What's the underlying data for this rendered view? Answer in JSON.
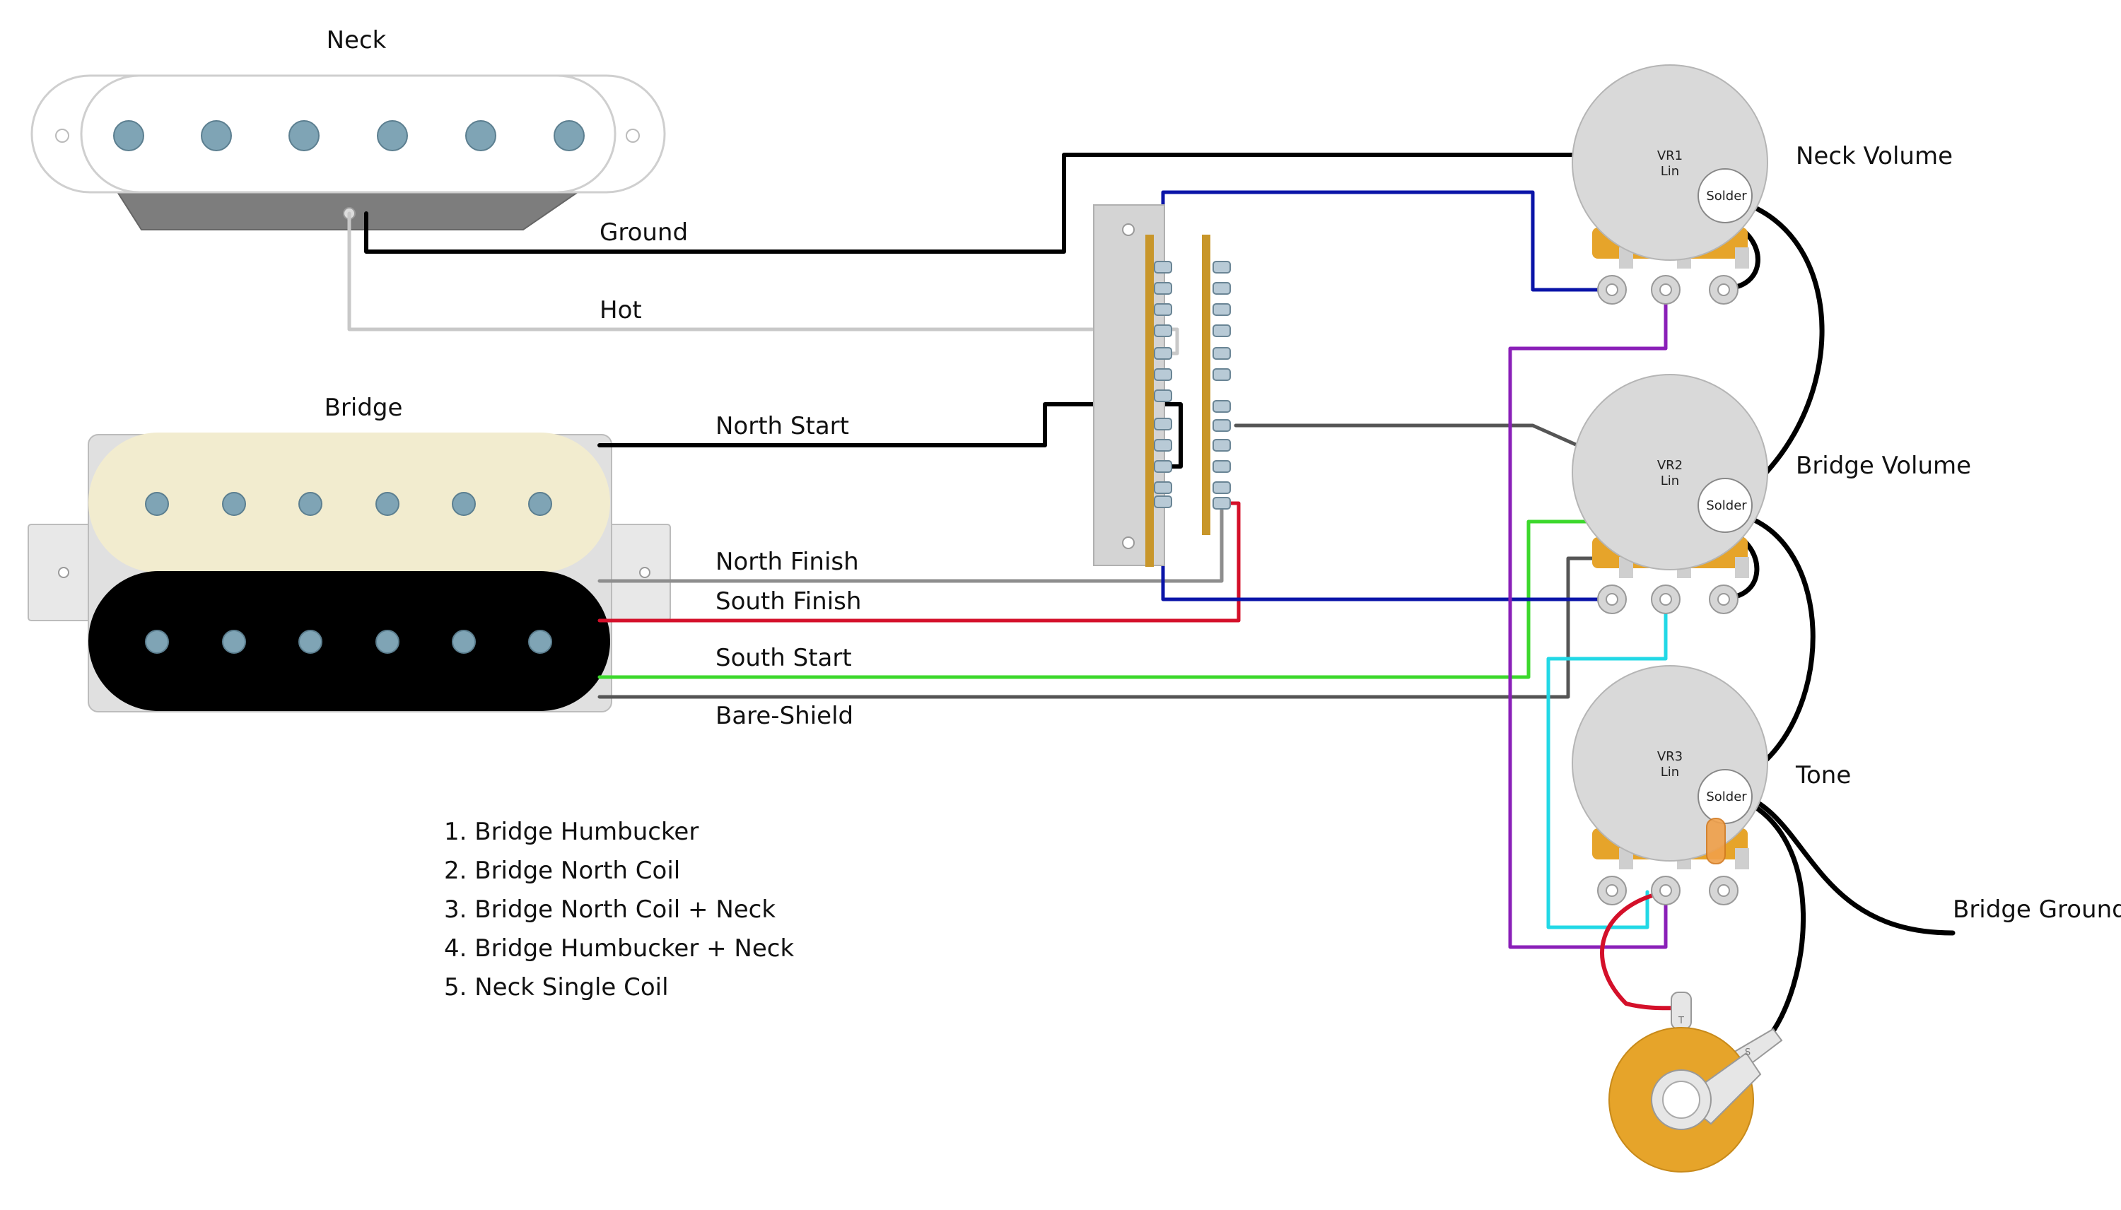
{
  "pickups": {
    "neck_label": "Neck",
    "bridge_label": "Bridge"
  },
  "wires": {
    "ground": "Ground",
    "hot": "Hot",
    "north_start": "North Start",
    "north_finish": "North Finish",
    "south_finish": "South Finish",
    "south_start": "South Start",
    "bare_shield": "Bare-Shield"
  },
  "pots": [
    {
      "label": "Neck Volume",
      "code": "VR1",
      "taper": "Lin",
      "lug": "Solder"
    },
    {
      "label": "Bridge Volume",
      "code": "VR2",
      "taper": "Lin",
      "lug": "Solder"
    },
    {
      "label": "Tone",
      "code": "VR3",
      "taper": "Lin",
      "lug": "Solder"
    }
  ],
  "jack": {
    "tip": "T",
    "sleeve": "S"
  },
  "ground_label": "Bridge Ground",
  "positions": [
    "1. Bridge Humbucker",
    "2. Bridge North Coil",
    "3. Bridge North Coil + Neck",
    "4. Bridge Humbucker + Neck",
    "5. Neck Single Coil"
  ],
  "colors": {
    "black": "#000000",
    "white_wire": "#c8c8c8",
    "blue": "#0a14a8",
    "purple": "#8a1fb8",
    "red": "#d4102a",
    "green": "#3cd82c",
    "gray": "#555555",
    "cyan": "#22d8e6",
    "pot_body": "#d9d9d9",
    "pot_base": "#e6a42a",
    "bobbin_cream": "#f2eccf",
    "pole": "#7fa4b5"
  }
}
